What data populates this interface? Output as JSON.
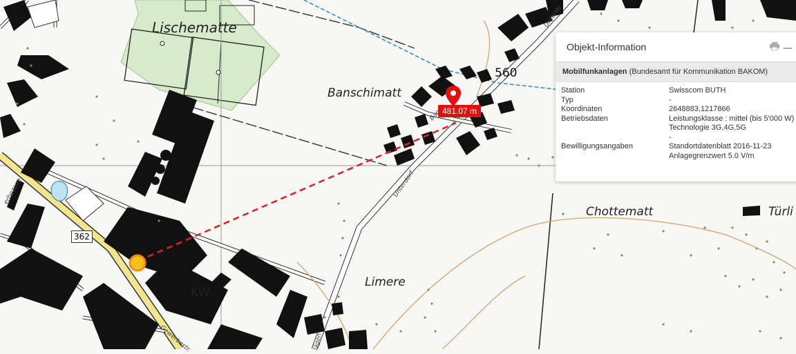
{
  "map": {
    "place_names": {
      "lischematte": "Lischematte",
      "banschimatt": "Banschimatt",
      "chottematt": "Chottematt",
      "turli": "Türli",
      "limere": "Limere",
      "kw": "KW",
      "gewerbezone": "erbezone"
    },
    "road_names": {
      "unterdorf_1": "Unterdorf",
      "unterdorf_2": "Unterdo",
      "gewerbestrasse": "Gewerbestr.",
      "ban": "Ban",
      "bottom": "lägen"
    },
    "height": "560",
    "route_number": "362",
    "distance": "481.07 m",
    "colors": {
      "distance_line": "#e02020",
      "pin": "#e01010",
      "field": "#d7ebcb",
      "buildings": "#111111",
      "main_road": "#f3e58f",
      "contour": "#d6a468",
      "vegetation_dots": "#5aa84a",
      "water_stream": "#3a8fb8"
    },
    "icons": [
      "location-pin-icon",
      "antenna-location-icon",
      "print-icon",
      "minimize-icon"
    ]
  },
  "panel": {
    "title": "Objekt-Information",
    "layer_name": "Mobilfunkanlagen",
    "layer_source": "(Bundesamt für Kommunikation BAKOM)",
    "rows": [
      {
        "key": "Station",
        "value": "Swisscom BUTH"
      },
      {
        "key": "Typ",
        "value": "-"
      },
      {
        "key": "Koordinaten",
        "value": "2648883,1217866"
      },
      {
        "key": "Betriebsdaten",
        "value": "Leistungsklasse : mittel (bis 5'000 W)"
      },
      {
        "key": "",
        "value": "Technologie 3G,4G,5G"
      },
      {
        "key": "",
        "value": "-"
      },
      {
        "key": "Bewilligungsangaben",
        "value": "Standortdatenblatt 2016-11-23"
      },
      {
        "key": "",
        "value": "Anlagegrenzwert 5.0 V/m"
      }
    ]
  }
}
